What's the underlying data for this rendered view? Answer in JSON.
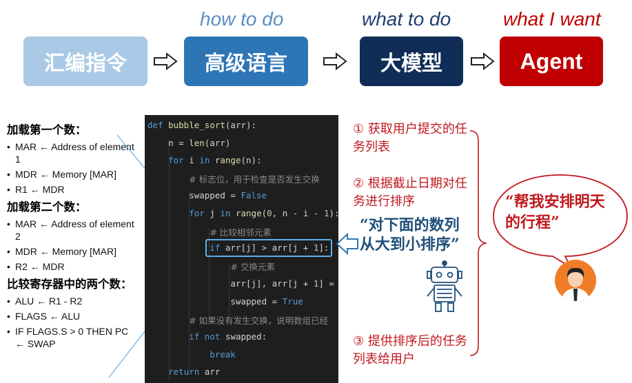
{
  "top": {
    "stages": [
      {
        "label": "汇编指令",
        "color": "#a9c9e6"
      },
      {
        "label": "高级语言",
        "color": "#2e75b6"
      },
      {
        "label": "大模型",
        "color": "#0f2d57"
      },
      {
        "label": "Agent",
        "color": "#c00000"
      }
    ],
    "captions": [
      {
        "text": "how to do",
        "color": "#5b8ec2"
      },
      {
        "text": "what to do",
        "color": "#1f3e72"
      },
      {
        "text": "what I want",
        "color": "#c00000"
      }
    ]
  },
  "left": {
    "h1": "加载第一个数：",
    "l1": [
      "MAR ← Address of element 1",
      "MDR ← Memory [MAR]",
      "R1 ← MDR"
    ],
    "h2": "加载第二个数：",
    "l2": [
      "MAR ← Address of element 2",
      "MDR ← Memory [MAR]",
      "R2 ← MDR"
    ],
    "h3": "比较寄存器中的两个数：",
    "l3": [
      "ALU ← R1 - R2",
      "FLAGS ← ALU",
      "IF FLAGS.S > 0 THEN PC ← SWAP"
    ]
  },
  "code": {
    "c1": "# 标志位，用于检查是否发生交换",
    "c2": "# 比较相邻元素",
    "c3": "# 交换元素",
    "c4": "# 如果没有发生交换，说明数组已经"
  },
  "right": {
    "step1": "① 获取用户提交的任务列表",
    "step2": "② 根据截止日期对任务进行排序",
    "quote": "“对下面的数列从大到小排序”",
    "step3": "③ 提供排序后的任务列表给用户",
    "bubble": "“帮我安排明天的行程”"
  },
  "colors": {
    "accent_red": "#c0171d",
    "accent_blue": "#1f4e79",
    "highlight": "#5fb0e8"
  }
}
